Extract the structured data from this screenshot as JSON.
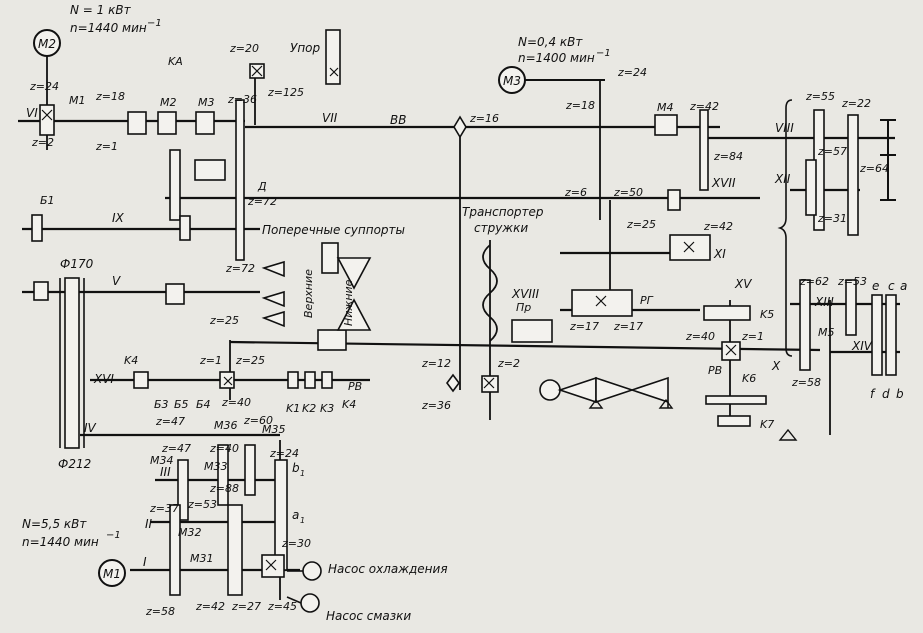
{
  "colors": {
    "ink": "#111111",
    "paper": "#e9e8e3"
  },
  "motors": {
    "m2": {
      "label": "M2",
      "power": "N = 1 кВт",
      "speed": "n=1440 мин",
      "speed_exp": "−1"
    },
    "m3": {
      "label": "M3",
      "power": "N=0,4 кВт",
      "speed": "n=1400 мин",
      "speed_exp": "−1"
    },
    "m1": {
      "label": "M1",
      "power": "N=5,5 кВт",
      "speed": "n=1440 мин",
      "speed_exp": "−1"
    }
  },
  "shafts": {
    "vi": "VI",
    "vii": "VII",
    "ix": "IX",
    "v": "V",
    "xvi": "XVI",
    "iv": "IV",
    "iii": "III",
    "ii": "II",
    "i": "I",
    "viii": "VIII",
    "xii": "XII",
    "xvii": "XVII",
    "xi": "XI",
    "xviii": "XVIII",
    "xv": "XV",
    "x": "X",
    "xiii": "XIII",
    "xiv": "XIV"
  },
  "gears": {
    "z24a": "z=24",
    "z2": "z=2",
    "z18a": "z=18",
    "z1a": "z=1",
    "z20": "z=20",
    "z125": "z=125",
    "z36a": "z=36",
    "z72a": "z=72",
    "z72b": "z=72",
    "z16a": "z=16",
    "z24b": "z=24",
    "z18b": "z=18",
    "z42a": "z=42",
    "z84": "z=84",
    "z55": "z=55",
    "z22": "z=22",
    "z57": "z=57",
    "z64": "z=64",
    "z31": "z=31",
    "z6": "z=6",
    "z50": "z=50",
    "z25a": "z=25",
    "z42b": "z=42",
    "z17a": "z=17",
    "z17b": "z=17",
    "z62": "z=62",
    "z53a": "z=53",
    "z58a": "z=58",
    "z40a": "z=40",
    "z1b": "z=1",
    "z25b": "z=25",
    "z25c": "z=25",
    "z1c": "z=1",
    "z40b": "z=40",
    "z12": "z=12",
    "z36b": "z=36",
    "z2b": "z=2",
    "z47a": "z=47",
    "z60": "z=60",
    "z47b": "z=47",
    "z40c": "z=40",
    "z24c": "z=24",
    "z88": "z=88",
    "z37": "z=37",
    "z53b": "z=53",
    "z30": "z=30",
    "z58b": "z=58",
    "z42c": "z=42",
    "z27": "z=27",
    "z45": "z=45"
  },
  "clutches": {
    "m1": "M1",
    "m2": "M2",
    "m3": "M3",
    "m4": "M4",
    "m5": "M5",
    "m31": "M31",
    "m32": "M32",
    "m33": "M33",
    "m34": "M34",
    "m35": "M35",
    "m36": "M36",
    "ka": "KA",
    "k1": "K1",
    "k2": "K2",
    "k3": "K3",
    "k4": "K4",
    "k4b": "K4",
    "k5": "K5",
    "k6": "K6",
    "k7": "K7",
    "b1": "Б1",
    "b3": "Б3",
    "b4": "Б4",
    "b5": "Б5",
    "rv": "РВ",
    "rv2": "РВ",
    "rg": "РГ",
    "pr": "Пр",
    "d": "Д",
    "bb": "ВВ"
  },
  "pulleys": {
    "f170": "Ф170",
    "f212": "Ф212"
  },
  "change_gears": {
    "a": "a",
    "b": "b",
    "c": "c",
    "d": "d",
    "e": "e",
    "f": "f",
    "a1": "a",
    "a1_sub": "1",
    "b1": "b",
    "b1_sub": "1"
  },
  "labels": {
    "stop": "Упор",
    "cross_supports": "Поперечные суппорты",
    "upper": "Верхние",
    "lower": "Нижние",
    "conveyor_1": "Транспортер",
    "conveyor_2": "стружки",
    "coolant_pump": "Насос охлаждения",
    "lube_pump": "Насос смазки"
  }
}
